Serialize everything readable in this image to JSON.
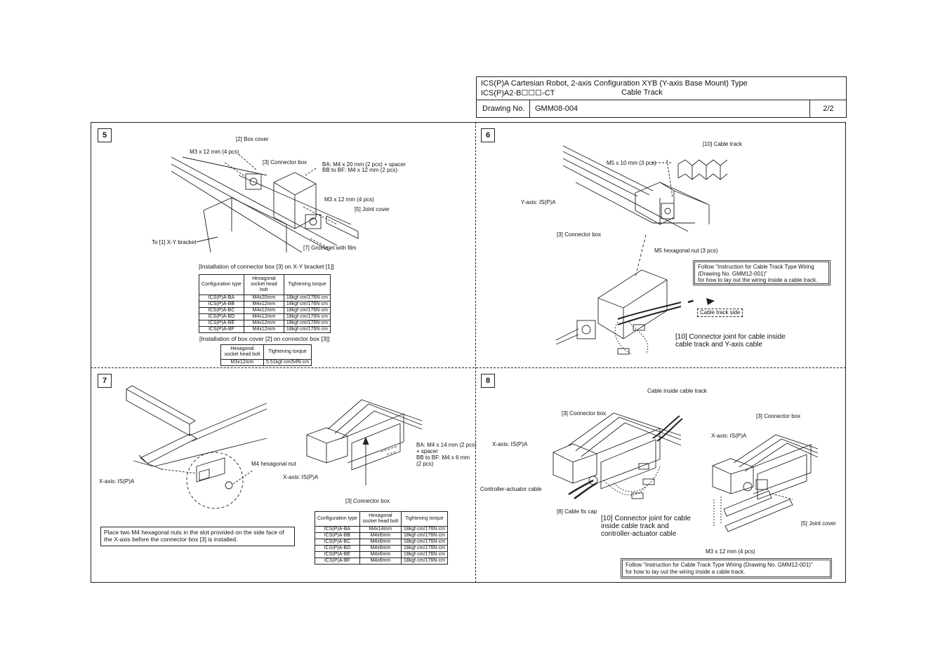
{
  "title_block": {
    "line1": "ICS(P)A Cartesian Robot, 2-axis Configuration XYB (Y-axis Base Mount) Type",
    "line2": "ICS(P)A2-B☐☐☐-CT",
    "line2_right": "Cable Track",
    "drawing_no_label": "Drawing No.",
    "drawing_no": "GMM08-004",
    "page": "2/2"
  },
  "step5": {
    "num": "5",
    "labels": {
      "box_cover": "[2] Box cover",
      "m3_top": "M3 x 12 mm (4 pcs)",
      "connector_box": "[3] Connector box",
      "ba_bolts_1": "BA: M4 x 20 mm (2 pcs) + spacer",
      "ba_bolts_2": "BB to BF: M4 x 12 mm (2 pcs)",
      "m3_right": "M3 x 12 mm (4 pcs)",
      "joint_cover": "[5] Joint cover",
      "xy_bracket": "To [1] X-Y bracket",
      "grommet": "[7] Grommet with film"
    },
    "table1_caption": "[Installation of connector box [3] on X-Y bracket [1]]",
    "table1_headers": [
      "Configuration type",
      "Hexagonal socket head bolt",
      "Tightening torque"
    ],
    "table1_rows": [
      [
        "ICS(P)A-BA",
        "M4x20mm",
        "18kgf·cm/176N·cm"
      ],
      [
        "ICS(P)A-BB",
        "M4x12mm",
        "18kgf·cm/176N·cm"
      ],
      [
        "ICS(P)A-BC",
        "M4x12mm",
        "18kgf·cm/176N·cm"
      ],
      [
        "ICS(P)A-BD",
        "M4x12mm",
        "18kgf·cm/176N·cm"
      ],
      [
        "ICS(P)A-BE",
        "M4x12mm",
        "18kgf·cm/176N·cm"
      ],
      [
        "ICS(P)A-BF",
        "M4x12mm",
        "18kgf·cm/176N·cm"
      ]
    ],
    "table2_caption": "[Installation of box cover [2] on connector box [3]]",
    "table2_headers": [
      "Hexagonal socket head bolt",
      "Tightening torque"
    ],
    "table2_rows": [
      [
        "M3x12mm",
        "5.51kgf·cm/54N·cm"
      ]
    ]
  },
  "step6": {
    "num": "6",
    "labels": {
      "cable_track": "[10] Cable track",
      "m5": "M5 x 10 mm (3 pcs)",
      "y_axis": "Y-axis: IS(P)A",
      "connector_box": "[3] Connector box",
      "m5_nut": "M5 hexagonal nut (3 pcs)",
      "cable_track_side": "Cable track side",
      "connector_joint_1": "[10] Connector joint for cable inside",
      "connector_joint_2": "cable track and Y-axis cable"
    },
    "note_1": "Follow “Instruction for Cable Track Type Wiring",
    "note_2": "(Drawing No. GMM12-001)”",
    "note_3": "for how to lay out the wiring inside a cable track."
  },
  "step7": {
    "num": "7",
    "labels": {
      "m4_nut": "M4 hexagonal nut",
      "x_axis_left": "X-axis: IS(P)A",
      "x_axis_mid": "X-axis: IS(P)A",
      "ba_1": "BA: M4 x 14 mm (2 pcs)",
      "ba_2": "+ spacer",
      "ba_3": "BB to BF: M4 x 6 mm",
      "ba_4": "(2 pcs)",
      "connector_box": "[3] Connector box"
    },
    "note_1": "Place two M4 hexagonal nuts in the slot provided on the side face of",
    "note_2": "the X-axis before the connector box [3] is installed.",
    "table_headers": [
      "Configuration type",
      "Hexagonal socket head bolt",
      "Tightening torque"
    ],
    "table_rows": [
      [
        "ICS(P)A-BA",
        "M4x14mm",
        "18kgf·cm/176N·cm"
      ],
      [
        "ICS(P)A-BB",
        "M4x6mm",
        "18kgf·cm/176N·cm"
      ],
      [
        "ICS(P)A-BC",
        "M4x6mm",
        "18kgf·cm/176N·cm"
      ],
      [
        "ICS(P)A-BD",
        "M4x6mm",
        "18kgf·cm/176N·cm"
      ],
      [
        "ICS(P)A-BE",
        "M4x6mm",
        "18kgf·cm/176N·cm"
      ],
      [
        "ICS(P)A-BF",
        "M4x6mm",
        "18kgf·cm/176N·cm"
      ]
    ]
  },
  "step8": {
    "num": "8",
    "labels": {
      "cable_inside": "Cable inside cable track",
      "connector_box_left": "[3] Connector box",
      "connector_box_right": "[3] Connector box",
      "x_axis_left": "X-axis: IS(P)A",
      "x_axis_right": "X-axis: IS(P)A",
      "controller_cable": "Controller-actuator cable",
      "cable_fix_cap": "[8] Cable fix cap",
      "joint_cover": "[5] Joint cover",
      "m3": "M3 x 12 mm (4 pcs)",
      "connector_joint_1": "[10] Connector joint for cable",
      "connector_joint_2": "inside cable track and",
      "connector_joint_3": "controller-actuator cable"
    },
    "note_1": "Follow “Instruction for Cable Track Type Wiring (Drawing No. GMM12-001)”",
    "note_2": "for how to lay out the wiring inside a cable track."
  }
}
